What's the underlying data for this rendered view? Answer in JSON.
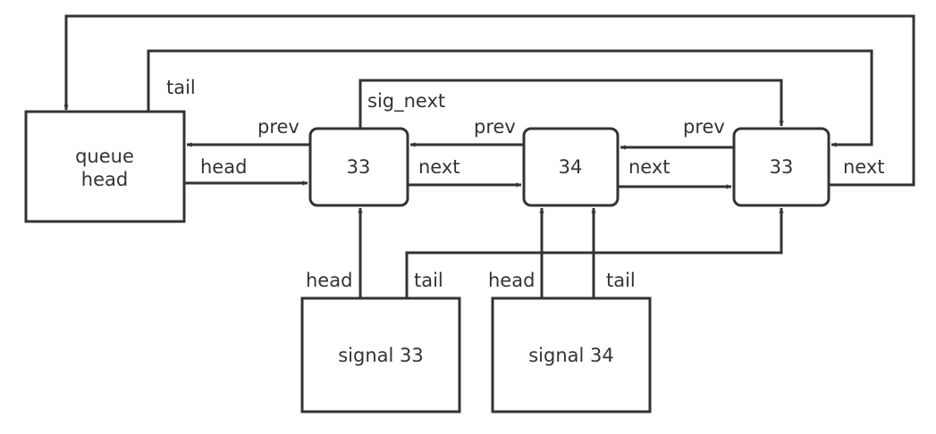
{
  "nodes": {
    "queue_head": {
      "line1": "queue",
      "line2": "head"
    },
    "node_a": "33",
    "node_b": "34",
    "node_c": "33",
    "signal_33": "signal 33",
    "signal_34": "signal 34"
  },
  "labels": {
    "tail_top": "tail",
    "prev_1": "prev",
    "head_1": "head",
    "sig_next": "sig_next",
    "prev_2": "prev",
    "next_1": "next",
    "prev_3": "prev",
    "next_2": "next",
    "next_3": "next",
    "head_s33": "head",
    "tail_s33": "tail",
    "head_s34": "head",
    "tail_s34": "tail"
  }
}
